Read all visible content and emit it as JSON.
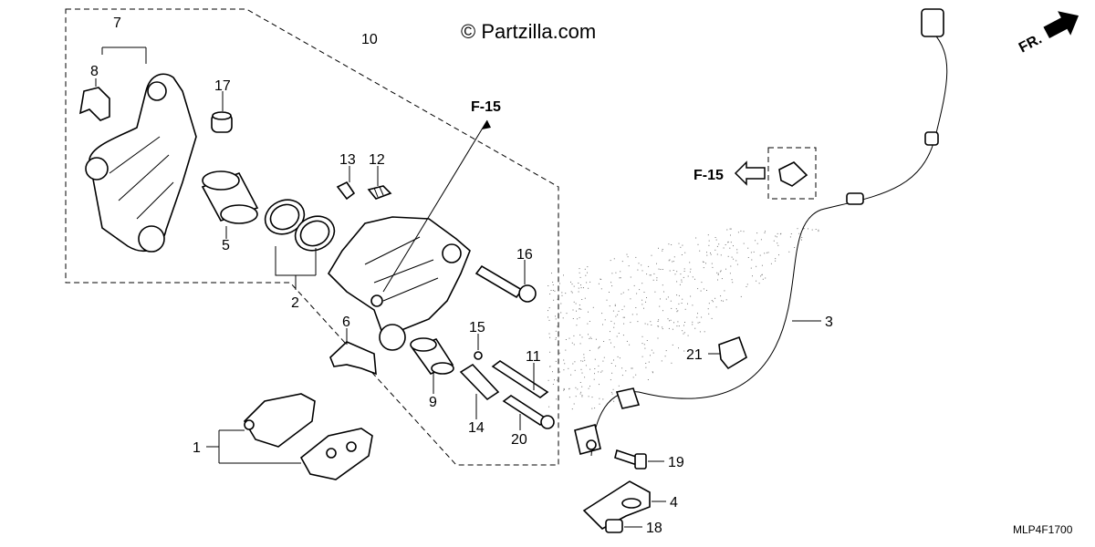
{
  "watermark": "© Partzilla.com",
  "diagram_code": "MLP4F1700",
  "front_indicator": "FR.",
  "references": {
    "main": "F-15",
    "left": "F-15"
  },
  "callouts": {
    "c1": "1",
    "c2": "2",
    "c3": "3",
    "c4": "4",
    "c5": "5",
    "c6": "6",
    "c7": "7",
    "c8": "8",
    "c9": "9",
    "c10": "10",
    "c11": "11",
    "c12": "12",
    "c13": "13",
    "c14": "14",
    "c15": "15",
    "c16": "16",
    "c17": "17",
    "c18": "18",
    "c19": "19",
    "c20": "20",
    "c21": "21"
  }
}
